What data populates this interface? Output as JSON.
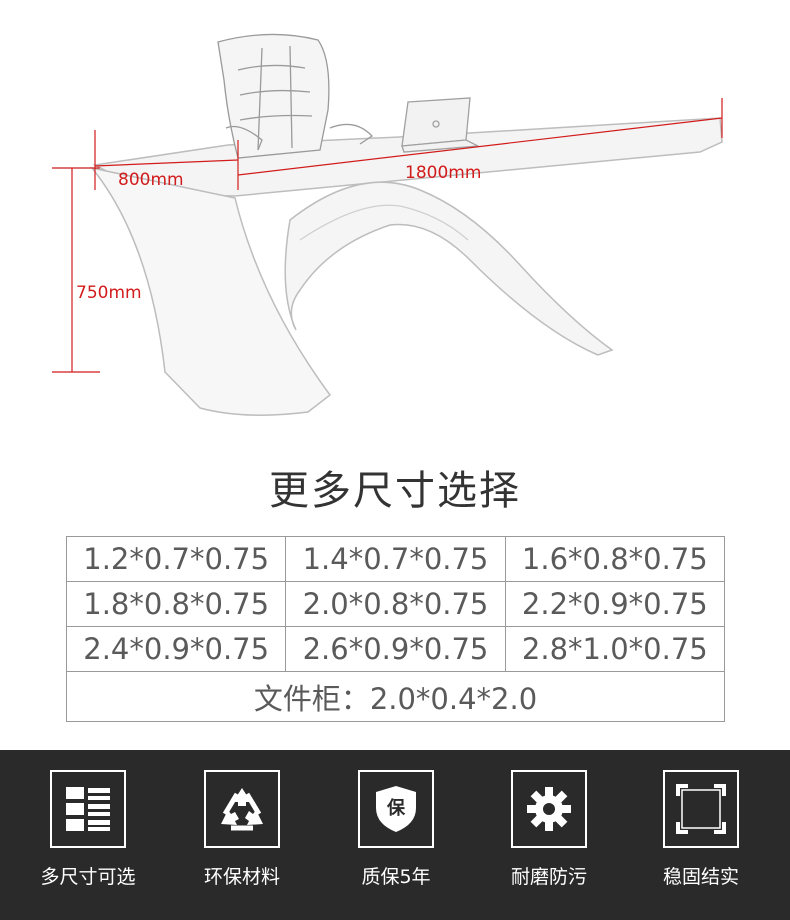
{
  "dimensions": {
    "depth": "800mm",
    "width": "1800mm",
    "height": "750mm"
  },
  "heading": "更多尺寸选择",
  "size_rows": [
    [
      "1.2*0.7*0.75",
      "1.4*0.7*0.75",
      "1.6*0.8*0.75"
    ],
    [
      "1.8*0.8*0.75",
      "2.0*0.8*0.75",
      "2.2*0.9*0.75"
    ],
    [
      "2.4*0.9*0.75",
      "2.6*0.9*0.75",
      "2.8*1.0*0.75"
    ]
  ],
  "cabinet_size": "文件柜：2.0*0.4*2.0",
  "features": [
    {
      "label": "多尺寸可选",
      "icon": "grid-list-icon"
    },
    {
      "label": "环保材料",
      "icon": "recycle-icon"
    },
    {
      "label": "质保5年",
      "icon": "shield-icon",
      "icon_text": "保"
    },
    {
      "label": "耐磨防污",
      "icon": "gear-icon"
    },
    {
      "label": "稳固结实",
      "icon": "frame-corners-icon"
    }
  ],
  "colors": {
    "dimension_line": "#d21b1b",
    "footer_background": "#2a2a2a"
  }
}
